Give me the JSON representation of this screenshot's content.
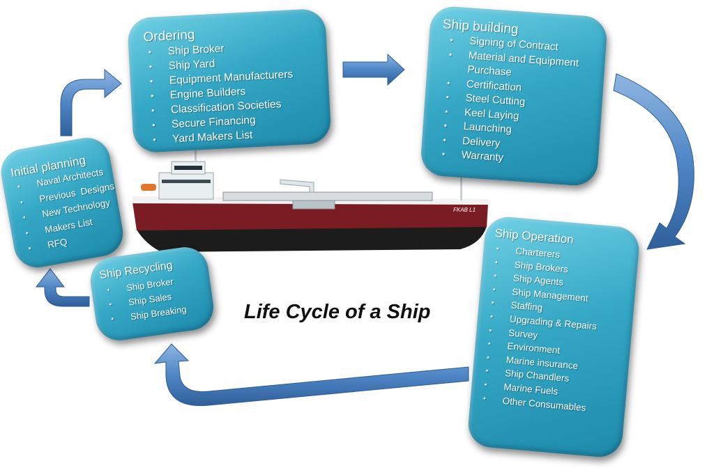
{
  "title": "Life Cycle of a Ship",
  "ship_hull_label": "FKAB L1",
  "colors": {
    "box_fill": "#35a8c6",
    "box_light": "#6fd0e4",
    "arrow_fill": "#4f86c6",
    "hull_red": "#7a1c24",
    "hull_dark": "#1c1c1c"
  },
  "stages": {
    "ordering": {
      "heading": "Ordering",
      "items": [
        "Ship Broker",
        "Ship Yard",
        "Equipment Manufacturers",
        "Engine Builders",
        "Classification Societies",
        "Secure Financing",
        "Yard Makers List"
      ]
    },
    "shipbuilding": {
      "heading": "Ship building",
      "items": [
        "Signing of Contract",
        "Material and Equipment",
        "Purchase",
        "Certification",
        "Steel Cutting",
        "Keel Laying",
        "Launching",
        "Delivery",
        "Warranty"
      ]
    },
    "initial_planning": {
      "heading": "Initial planning",
      "items": [
        "Naval Architects",
        "Previous  Designs",
        "New Technology",
        "Makers List",
        "RFQ"
      ]
    },
    "ship_recycling": {
      "heading": "Ship Recycling",
      "items": [
        "Ship Broker",
        "Ship Sales",
        "Ship Breaking"
      ]
    },
    "ship_operation": {
      "heading": "Ship Operation",
      "items": [
        "Charterers",
        "Ship Brokers",
        "Ship Agents",
        "Ship Management",
        "Staffing",
        "Upgrading & Repairs",
        "Survey",
        "Environment",
        "Marine insurance",
        "Ship Chandlers",
        "Marine Fuels",
        "Other Consumables"
      ]
    }
  }
}
